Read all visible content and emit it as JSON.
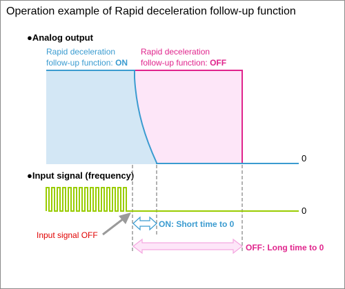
{
  "title": "Operation example of Rapid deceleration follow-up function",
  "analog": {
    "heading": "●Analog output",
    "on_line1": "Rapid deceleration",
    "on_line2": "follow-up function: ",
    "on_state": "ON",
    "off_line1": "Rapid deceleration",
    "off_line2": "follow-up function: ",
    "off_state": "OFF",
    "zero": "0"
  },
  "input": {
    "heading": "●Input signal (frequency)",
    "zero": "0",
    "signal_off": "Input signal OFF"
  },
  "timing": {
    "on_label": "ON: Short time to 0",
    "off_label": "OFF: Long time to 0"
  },
  "colors": {
    "on": "#3a9bd0",
    "on_fill": "#d3e7f5",
    "off": "#e0248c",
    "off_fill": "#fde6f8",
    "pulse": "#99cc00",
    "signal_off_text": "#e00000"
  }
}
